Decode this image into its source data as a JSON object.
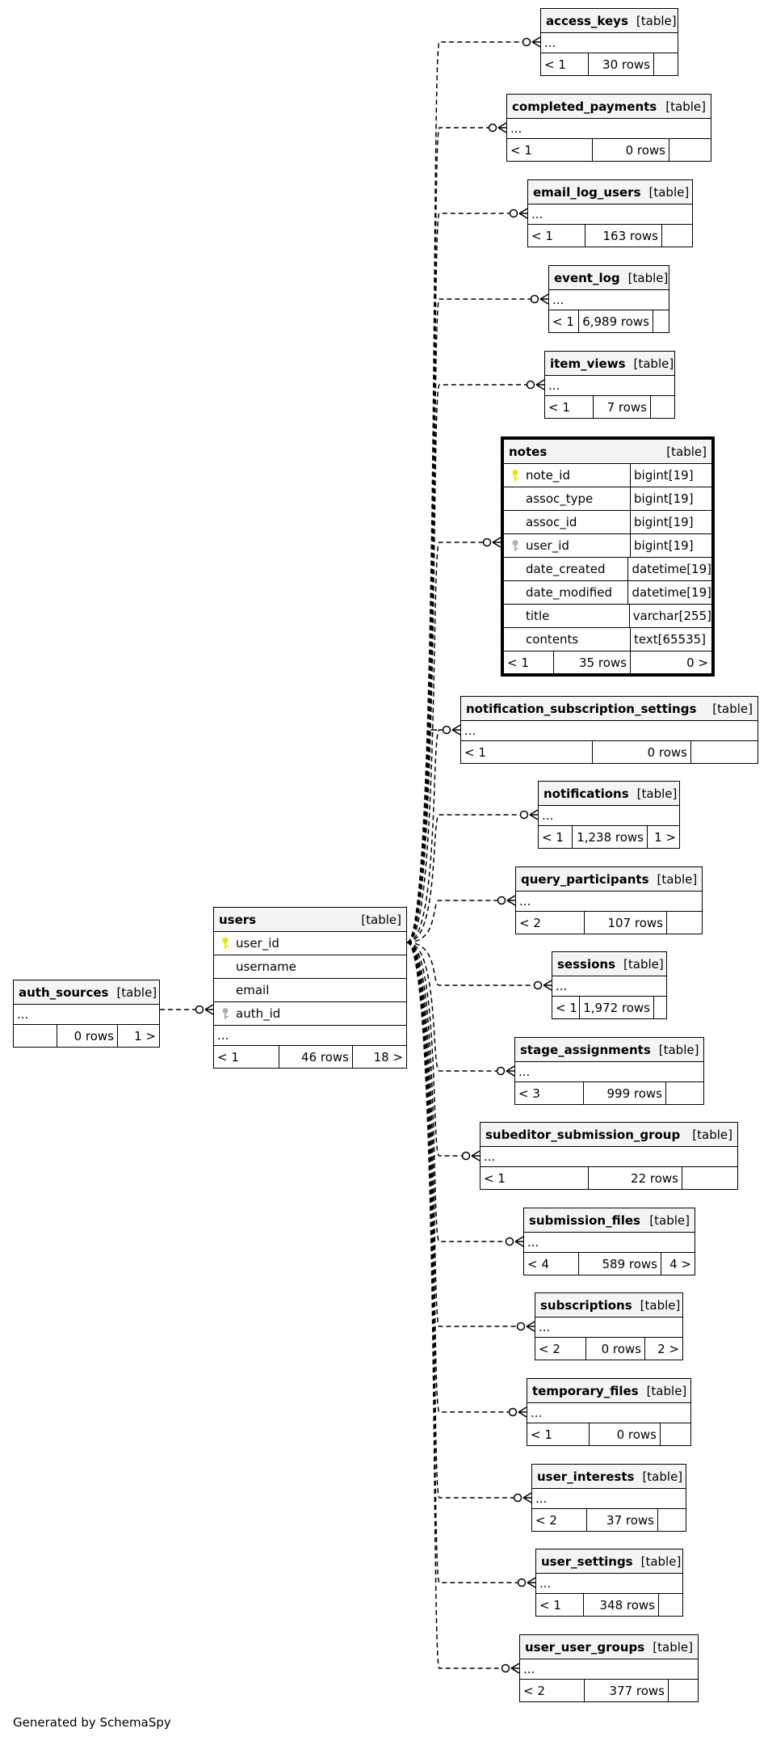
{
  "diagram": {
    "footer": "Generated by SchemaSpy",
    "type_label": "[table]",
    "ellipsis": "...",
    "colors": {
      "primary_key": "#e6e600",
      "foreign_key": "#b0b0b0",
      "line": "#000000"
    },
    "tables": {
      "access_keys": {
        "name": "access_keys",
        "parents": "< 1",
        "rows": "30 rows",
        "children": ""
      },
      "completed_payments": {
        "name": "completed_payments",
        "parents": "< 1",
        "rows": "0 rows",
        "children": ""
      },
      "email_log_users": {
        "name": "email_log_users",
        "parents": "< 1",
        "rows": "163 rows",
        "children": ""
      },
      "event_log": {
        "name": "event_log",
        "parents": "< 1",
        "rows": "6,989 rows",
        "children": ""
      },
      "item_views": {
        "name": "item_views",
        "parents": "< 1",
        "rows": "7 rows",
        "children": ""
      },
      "notes": {
        "name": "notes",
        "parents": "< 1",
        "rows": "35 rows",
        "children": "0 >",
        "columns": [
          {
            "name": "note_id",
            "type": "bigint[19]",
            "key": "primary"
          },
          {
            "name": "assoc_type",
            "type": "bigint[19]",
            "key": ""
          },
          {
            "name": "assoc_id",
            "type": "bigint[19]",
            "key": ""
          },
          {
            "name": "user_id",
            "type": "bigint[19]",
            "key": "foreign"
          },
          {
            "name": "date_created",
            "type": "datetime[19]",
            "key": ""
          },
          {
            "name": "date_modified",
            "type": "datetime[19]",
            "key": ""
          },
          {
            "name": "title",
            "type": "varchar[255]",
            "key": ""
          },
          {
            "name": "contents",
            "type": "text[65535]",
            "key": ""
          }
        ]
      },
      "notification_subscription_settings": {
        "name": "notification_subscription_settings",
        "parents": "< 1",
        "rows": "0 rows",
        "children": ""
      },
      "notifications": {
        "name": "notifications",
        "parents": "< 1",
        "rows": "1,238 rows",
        "children": "1 >"
      },
      "query_participants": {
        "name": "query_participants",
        "parents": "< 2",
        "rows": "107 rows",
        "children": ""
      },
      "sessions": {
        "name": "sessions",
        "parents": "< 1",
        "rows": "1,972 rows",
        "children": ""
      },
      "stage_assignments": {
        "name": "stage_assignments",
        "parents": "< 3",
        "rows": "999 rows",
        "children": ""
      },
      "subeditor_submission_group": {
        "name": "subeditor_submission_group",
        "parents": "< 1",
        "rows": "22 rows",
        "children": ""
      },
      "submission_files": {
        "name": "submission_files",
        "parents": "< 4",
        "rows": "589 rows",
        "children": "4 >"
      },
      "subscriptions": {
        "name": "subscriptions",
        "parents": "< 2",
        "rows": "0 rows",
        "children": "2 >"
      },
      "temporary_files": {
        "name": "temporary_files",
        "parents": "< 1",
        "rows": "0 rows",
        "children": ""
      },
      "user_interests": {
        "name": "user_interests",
        "parents": "< 2",
        "rows": "37 rows",
        "children": ""
      },
      "user_settings": {
        "name": "user_settings",
        "parents": "< 1",
        "rows": "348 rows",
        "children": ""
      },
      "user_user_groups": {
        "name": "user_user_groups",
        "parents": "< 2",
        "rows": "377 rows",
        "children": ""
      },
      "users": {
        "name": "users",
        "parents": "< 1",
        "rows": "46 rows",
        "children": "18 >",
        "columns": [
          {
            "name": "user_id",
            "key": "primary"
          },
          {
            "name": "username",
            "key": ""
          },
          {
            "name": "email",
            "key": ""
          },
          {
            "name": "auth_id",
            "key": "foreign"
          }
        ]
      },
      "auth_sources": {
        "name": "auth_sources",
        "parents": "",
        "rows": "0 rows",
        "children": "1 >"
      }
    }
  }
}
